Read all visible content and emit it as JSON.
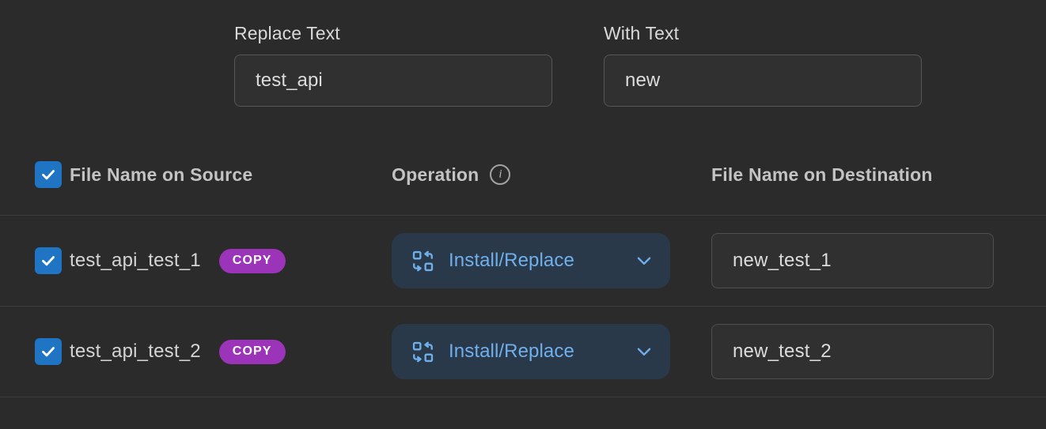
{
  "form": {
    "replace": {
      "label": "Replace Text",
      "value": "test_api",
      "placeholder": "Replace Text"
    },
    "with": {
      "label": "With Text",
      "value": "new",
      "placeholder": "With Text"
    }
  },
  "table": {
    "header": {
      "select_all_checked": true,
      "col_source": "File Name on Source",
      "col_operation": "Operation",
      "col_destination": "File Name on Destination",
      "info_glyph": "i",
      "info_icon_name": "info-icon"
    },
    "rows": [
      {
        "checked": true,
        "source_name": "test_api_test_1",
        "badge": "COPY",
        "operation": "Install/Replace",
        "operation_icon": "swap-icon",
        "destination_value": "new_test_1"
      },
      {
        "checked": true,
        "source_name": "test_api_test_2",
        "badge": "COPY",
        "operation": "Install/Replace",
        "operation_icon": "swap-icon",
        "destination_value": "new_test_2"
      }
    ]
  },
  "colors": {
    "background": "#2b2b2b",
    "checkbox_blue": "#1f75c4",
    "badge_purple": "#9b34b8",
    "operation_button_bg": "#2a3949",
    "operation_text_blue": "#6fb0ec",
    "divider": "#3d3d3d"
  }
}
